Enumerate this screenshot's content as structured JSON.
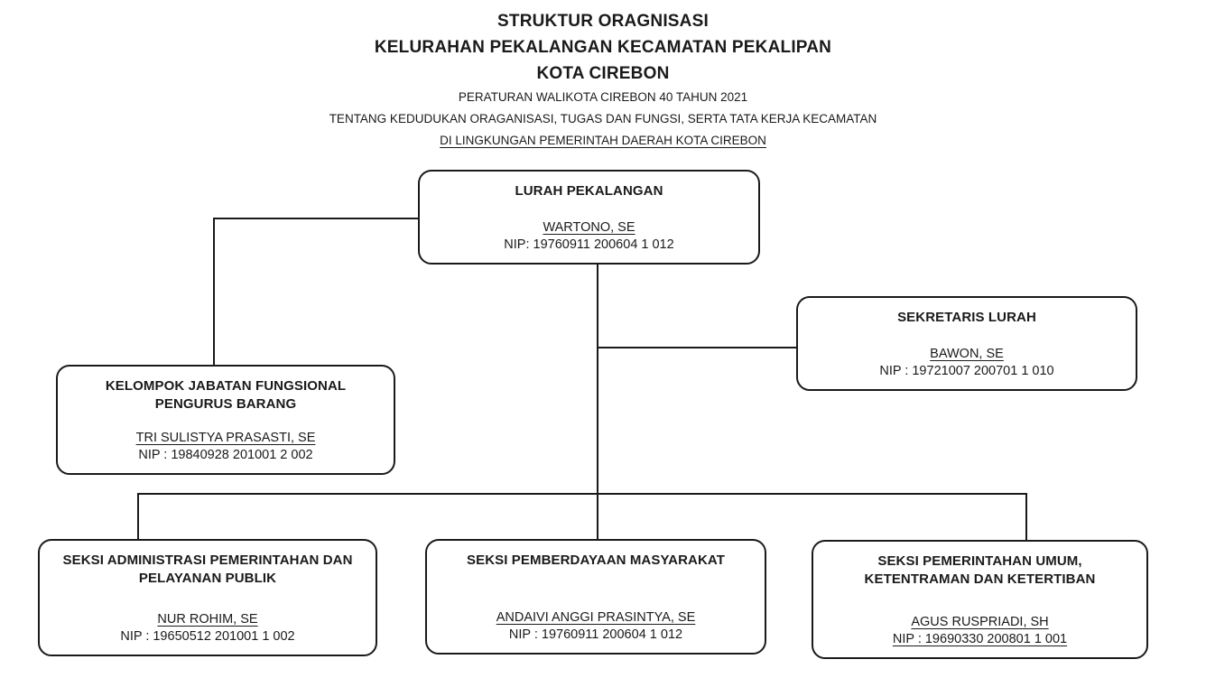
{
  "colors": {
    "ink": "#1a1a1a",
    "background": "#ffffff"
  },
  "header": {
    "title_lines": [
      "STRUKTUR ORAGNISASI",
      "KELURAHAN PEKALANGAN KECAMATAN PEKALIPAN",
      "KOTA CIREBON"
    ],
    "subtitle_lines": [
      "PERATURAN WALIKOTA CIREBON 40 TAHUN 2021",
      "TENTANG KEDUDUKAN ORAGANISASI, TUGAS DAN FUNGSI, SERTA TATA KERJA KECAMATAN",
      "DI LINGKUNGAN PEMERINTAH DAERAH KOTA CIREBON"
    ]
  },
  "org_nodes": [
    {
      "role": "Lurah Pekalangan",
      "title_lines": [
        "LURAH PEKALANGAN"
      ],
      "name": "WARTONO, SE",
      "nip": "NIP: 19760911 200604 1 012"
    },
    {
      "role": "Sekretaris Lurah",
      "title_lines": [
        "SEKRETARIS LURAH"
      ],
      "name": "BAWON, SE",
      "nip": "NIP : 19721007 200701 1 010"
    },
    {
      "role": "Kelompok Jabatan Fungsional Pengurus Barang",
      "title_lines": [
        "KELOMPOK JABATAN FUNGSIONAL",
        "PENGURUS BARANG"
      ],
      "name": "TRI SULISTYA PRASASTI, SE",
      "nip": "NIP : 19840928 201001 2 002"
    },
    {
      "role": "Seksi Administrasi Pemerintahan dan Pelayanan Publik",
      "title_lines": [
        "SEKSI ADMINISTRASI PEMERINTAHAN DAN",
        "PELAYANAN PUBLIK"
      ],
      "name": "NUR ROHIM, SE",
      "nip": "NIP : 19650512 201001 1 002"
    },
    {
      "role": "Seksi Pemberdayaan Masyarakat",
      "title_lines": [
        "SEKSI PEMBERDAYAAN MASYARAKAT"
      ],
      "name": "ANDAIVI ANGGI PRASINTYA, SE",
      "nip": "NIP : 19760911 200604 1 012"
    },
    {
      "role": "Seksi Pemerintahan Umum, Ketentraman dan Ketertiban",
      "title_lines": [
        "SEKSI PEMERINTAHAN UMUM,",
        "KETENTRAMAN DAN KETERTIBAN"
      ],
      "name": "AGUS RUSPRIADI, SH",
      "nip": "NIP : 19690330 200801 1 001"
    }
  ]
}
